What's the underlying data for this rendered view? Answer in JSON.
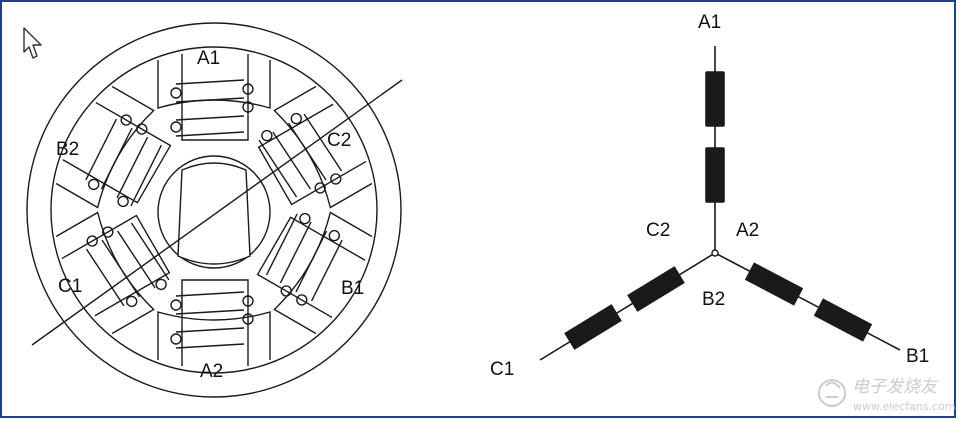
{
  "motor": {
    "labels": {
      "a1": "A1",
      "a2": "A2",
      "b1": "B1",
      "b2": "B2",
      "c1": "C1",
      "c2": "C2"
    }
  },
  "wye": {
    "labels": {
      "a1": "A1",
      "a2": "A2",
      "b1": "B1",
      "b2": "B2",
      "c1": "C1",
      "c2": "C2"
    }
  },
  "watermark": {
    "brand": "电子发烧友",
    "url": "www.elecfans.com"
  },
  "colors": {
    "frame": "#1a3f8c",
    "line": "#1a1a1a",
    "watermark": "#c7ccd6"
  },
  "icons": {
    "cursor": "mouse-pointer-icon"
  }
}
